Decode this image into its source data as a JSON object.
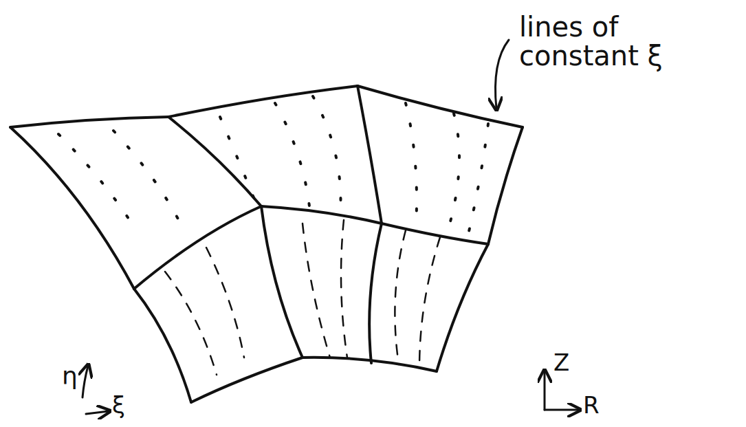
{
  "diagram": {
    "labels": [
      "lines of constant ξ",
      "η",
      "ξ",
      "Z",
      "R"
    ]
  }
}
